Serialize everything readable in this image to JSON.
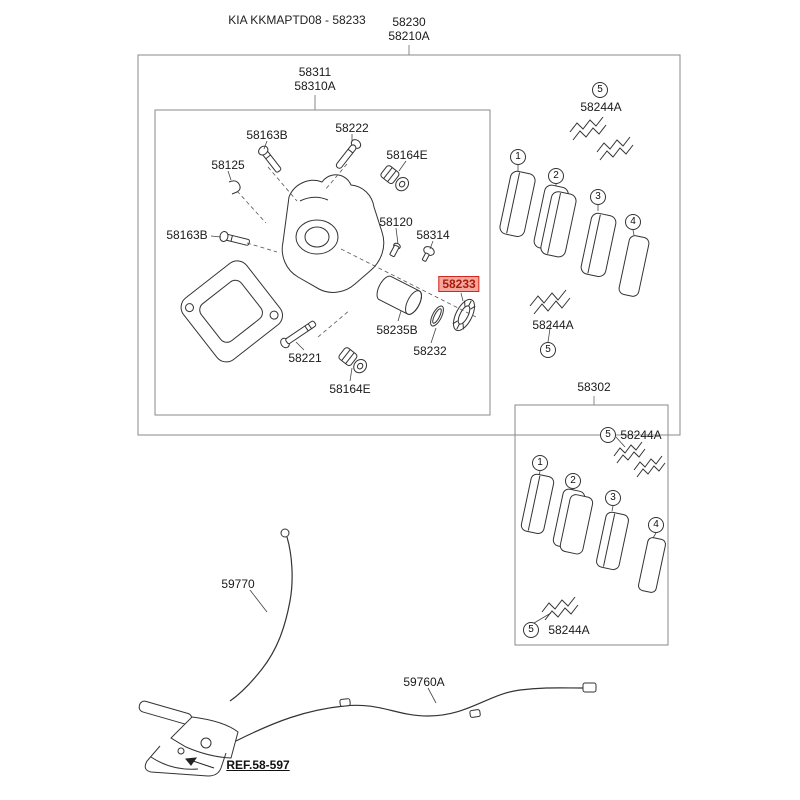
{
  "title": "KIA KKMAPTD08 - 58233",
  "groups": {
    "outer": {
      "line1": "58230",
      "line2": "58210A"
    },
    "inner": {
      "line1": "58311",
      "line2": "58310A"
    },
    "pad_box": {
      "label": "58302"
    }
  },
  "parts": {
    "p58163b_top": "58163B",
    "p58222": "58222",
    "p58164e_top": "58164E",
    "p58125": "58125",
    "p58163b_left": "58163B",
    "p58120": "58120",
    "p58314": "58314",
    "p58233": "58233",
    "p58235b": "58235B",
    "p58221": "58221",
    "p58232": "58232",
    "p58164e_bottom": "58164E",
    "p58244a": "58244A",
    "p59770": "59770",
    "p59760a": "59760A",
    "ref_link": "REF.58-597"
  },
  "callouts": {
    "n1": "1",
    "n2": "2",
    "n3": "3",
    "n4": "4",
    "n5": "5"
  },
  "colors": {
    "highlight_bg": "#f5a79e",
    "highlight_border": "#cf2a1b",
    "highlight_text": "#a81c0b",
    "line_art": "#333333",
    "frame": "#8a8a8a"
  }
}
